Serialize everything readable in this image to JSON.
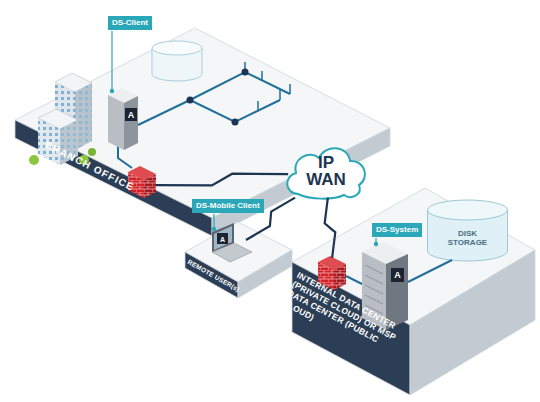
{
  "diagram": {
    "nodes": [
      {
        "text": [
          "BRANCH OFFICE"
        ]
      },
      {
        "text": [
          "DS-Client"
        ],
        "in": 0
      },
      {
        "text": [
          "IP WAN"
        ]
      },
      {
        "text": [
          "REMOTE USER(s)"
        ]
      },
      {
        "text": [
          "DS-Mobile Client"
        ],
        "in": 3
      },
      {
        "text": [
          "INTERNAL DATA CENTER (PRIVATE CLOUD) OR MSP DATA CENTER (PUBLIC CLOUD)"
        ]
      },
      {
        "text": [
          "DS-System"
        ],
        "in": 5
      },
      {
        "text": [
          "DISK STORAGE"
        ],
        "in": 5
      }
    ],
    "edges": [
      {
        "from": 0,
        "to": 2,
        "arrow": "none"
      },
      {
        "from": 3,
        "to": 2,
        "arrow": "none"
      },
      {
        "from": 2,
        "to": 5,
        "arrow": "none"
      }
    ],
    "labels": [
      "A",
      "A",
      "A"
    ]
  }
}
